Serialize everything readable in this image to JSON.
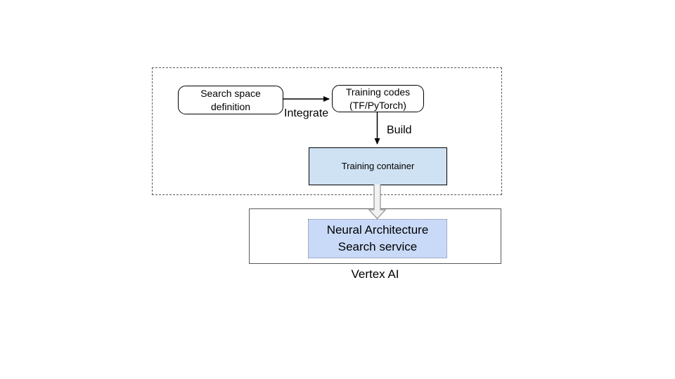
{
  "dev_box": {
    "search_space_label": "Search space\ndefinition",
    "training_codes_label": "Training codes\n(TF/PyTorch)",
    "integrate_label": "Integrate",
    "build_label": "Build",
    "training_container_label": "Training container"
  },
  "vertex": {
    "nas_service_label": "Neural Architecture\nSearch service",
    "caption": "Vertex AI"
  },
  "colors": {
    "training_container_fill": "#cfe2f3",
    "nas_service_fill": "#c9daf8",
    "node_border": "#000000",
    "dashed_box_border": "#595959",
    "vertex_box_border": "#595959",
    "arrow_color": "#000000",
    "hollow_arrow_stroke": "#999999",
    "hollow_arrow_fill": "#f2f2f2",
    "background": "#ffffff"
  }
}
